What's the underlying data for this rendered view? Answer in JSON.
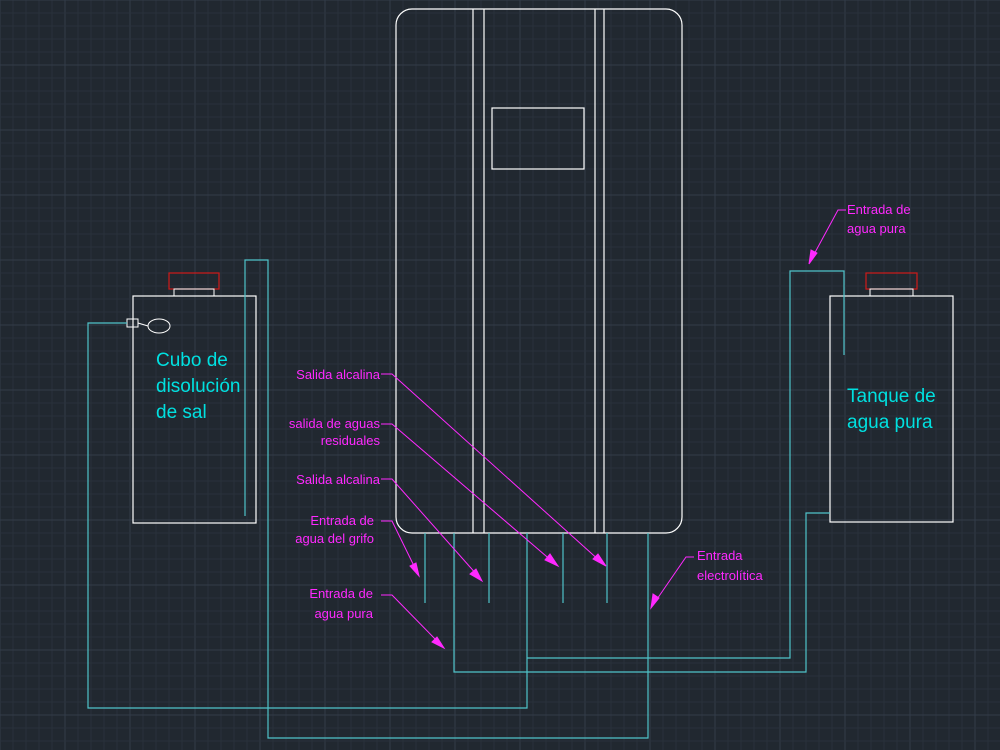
{
  "colors": {
    "background": "#212830",
    "grid_major": "#333c49",
    "grid_minor": "#29313b",
    "outline": "#ffffff",
    "pipe": "#4fc3c9",
    "label": "#ff29ff",
    "tank_text": "#00e0e0",
    "cap": "#d01a1a"
  },
  "tanks": {
    "salt": {
      "label_lines": [
        "Cubo de",
        "disolución",
        "de sal"
      ]
    },
    "pure": {
      "label_lines": [
        "Tanque de",
        "agua pura"
      ]
    }
  },
  "callouts": {
    "alkaline_outlet_1": "Salida alcalina",
    "waste_outlet": [
      "salida de aguas",
      "residuales"
    ],
    "alkaline_outlet_2": "Salida alcalina",
    "tap_inlet": [
      "Entrada de",
      "agua del grifo"
    ],
    "pure_inlet_left": [
      "Entrada de",
      "agua pura"
    ],
    "electrolytic_inlet": [
      "Entrada",
      "electrolítica"
    ],
    "pure_inlet_top": [
      "Entrada de",
      "agua pura"
    ]
  }
}
